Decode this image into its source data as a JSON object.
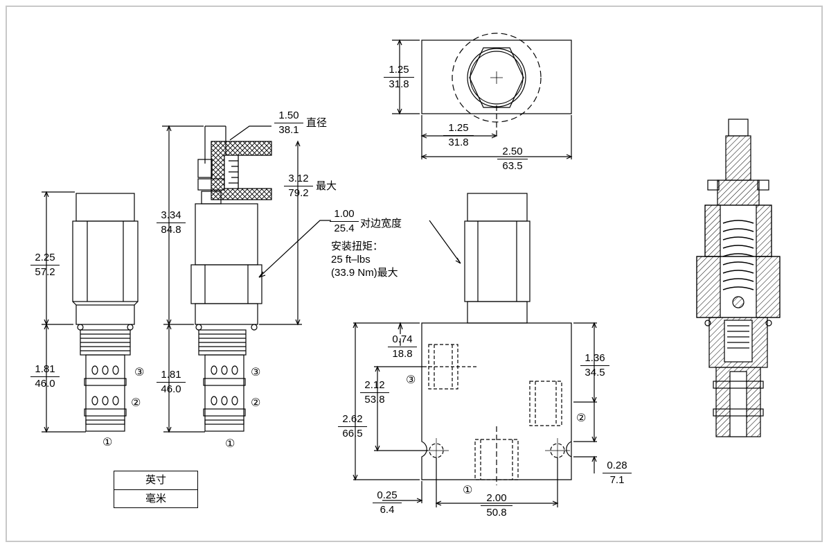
{
  "side_view_left": {
    "height_upper": {
      "in": "2.25",
      "mm": "57.2"
    },
    "height_lower": {
      "in": "1.81",
      "mm": "46.0"
    },
    "port3": "③",
    "port2": "②",
    "port1": "①"
  },
  "side_view_knob": {
    "knob_dia": {
      "in": "1.50",
      "mm": "38.1",
      "suffix": "直径"
    },
    "max_len": {
      "in": "3.12",
      "mm": "79.2",
      "suffix": "最大"
    },
    "total": {
      "in": "3.34",
      "mm": "84.8"
    },
    "height_lower": {
      "in": "1.81",
      "mm": "46.0"
    },
    "port3": "③",
    "port2": "②",
    "port1": "①"
  },
  "hex_note": {
    "flats": {
      "in": "1.00",
      "mm": "25.4",
      "suffix": "对边宽度"
    },
    "torque_title": "安装扭矩：",
    "torque_ftlbs": "25 ft–lbs",
    "torque_nm": "(33.9 Nm)最大"
  },
  "top_view": {
    "height": {
      "in": "1.25",
      "mm": "31.8"
    },
    "center": {
      "in": "1.25",
      "mm": "31.8"
    },
    "width": {
      "in": "2.50",
      "mm": "63.5"
    }
  },
  "front_view": {
    "d074": {
      "in": "0.74",
      "mm": "18.8"
    },
    "d212": {
      "in": "2.12",
      "mm": "53.8"
    },
    "d262": {
      "in": "2.62",
      "mm": "66.5"
    },
    "d136": {
      "in": "1.36",
      "mm": "34.5"
    },
    "d028": {
      "in": "0.28",
      "mm": "7.1"
    },
    "d025": {
      "in": "0.25",
      "mm": "6.4"
    },
    "d200": {
      "in": "2.00",
      "mm": "50.8"
    },
    "port3": "③",
    "port2": "②",
    "port1": "①"
  },
  "legend": {
    "top": "英寸",
    "bottom": "毫米"
  }
}
